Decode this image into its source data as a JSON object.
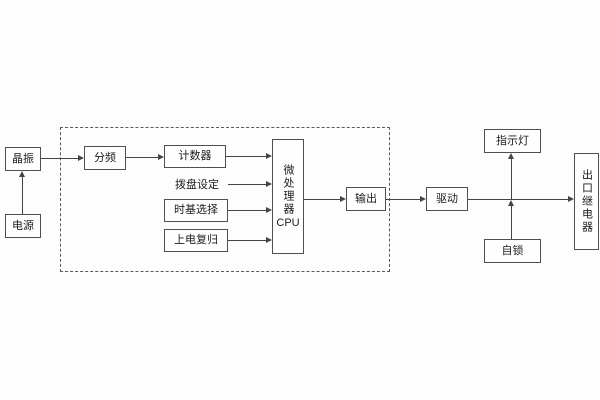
{
  "diagram": {
    "title_hint": "relay-logic-block-diagram",
    "colors": {
      "line": "#454545",
      "box_border": "#4f4f4f",
      "background": "#fdfdfd",
      "text": "#1c1c1c"
    },
    "blocks": {
      "crystal": "晶振",
      "power": "电源",
      "divider": "分频",
      "counter": "计数器",
      "dial": "拨盘设定",
      "timebase": "时基选择",
      "reset": "上电复归",
      "cpu_vertical": "微处理器",
      "cpu_sub": "CPU",
      "output": "输出",
      "drive": "驱动",
      "indicator": "指示灯",
      "selflock": "自锁",
      "relay": "出口继电器"
    }
  }
}
